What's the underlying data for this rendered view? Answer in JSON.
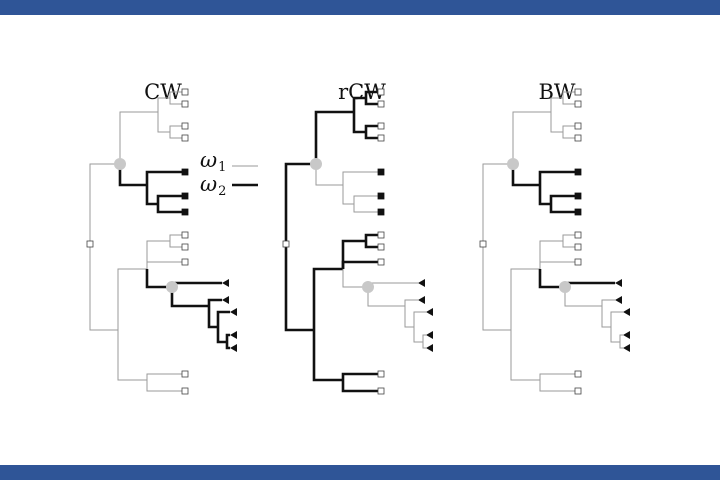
{
  "colors": {
    "band": "#2f5597",
    "omega1_line": "#9a9a9a",
    "omega2_line": "#111111",
    "node_marker": "#c8c8c8"
  },
  "panels": [
    {
      "title": "CW"
    },
    {
      "title": "rCW"
    },
    {
      "title": "BW"
    }
  ],
  "legend": {
    "items": [
      {
        "symbol": "ω",
        "subscript": "1",
        "line_style": "thin-grey"
      },
      {
        "symbol": "ω",
        "subscript": "2",
        "line_style": "thick-black"
      }
    ]
  }
}
